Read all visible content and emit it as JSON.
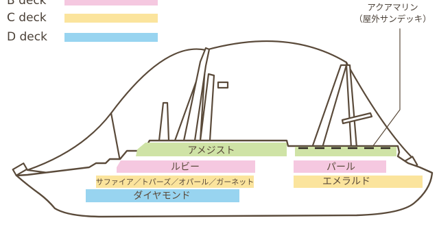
{
  "legend": {
    "items": [
      {
        "label": "B deck",
        "color": "#f5c8e0"
      },
      {
        "label": "C deck",
        "color": "#fbe49d"
      },
      {
        "label": "D deck",
        "color": "#98d4f0"
      }
    ]
  },
  "callout": {
    "line1": "アクアマリン",
    "line2": "（屋外サンデッキ）"
  },
  "decks": {
    "amethyst": {
      "label": "アメジスト",
      "color": "#cfe3a6"
    },
    "ruby": {
      "label": "ルビー",
      "color": "#f5c8e0"
    },
    "pearl": {
      "label": "パール",
      "color": "#f5c8e0"
    },
    "sapphire_row": {
      "label": "サファイア／トパーズ／オパール／ガーネット",
      "color": "#fbe49d"
    },
    "emerald": {
      "label": "エメラルド",
      "color": "#fbe49d"
    },
    "diamond": {
      "label": "ダイヤモンド",
      "color": "#98d4f0"
    }
  },
  "colors": {
    "outline": "#5a4a3a",
    "hull": "#ffffff"
  }
}
